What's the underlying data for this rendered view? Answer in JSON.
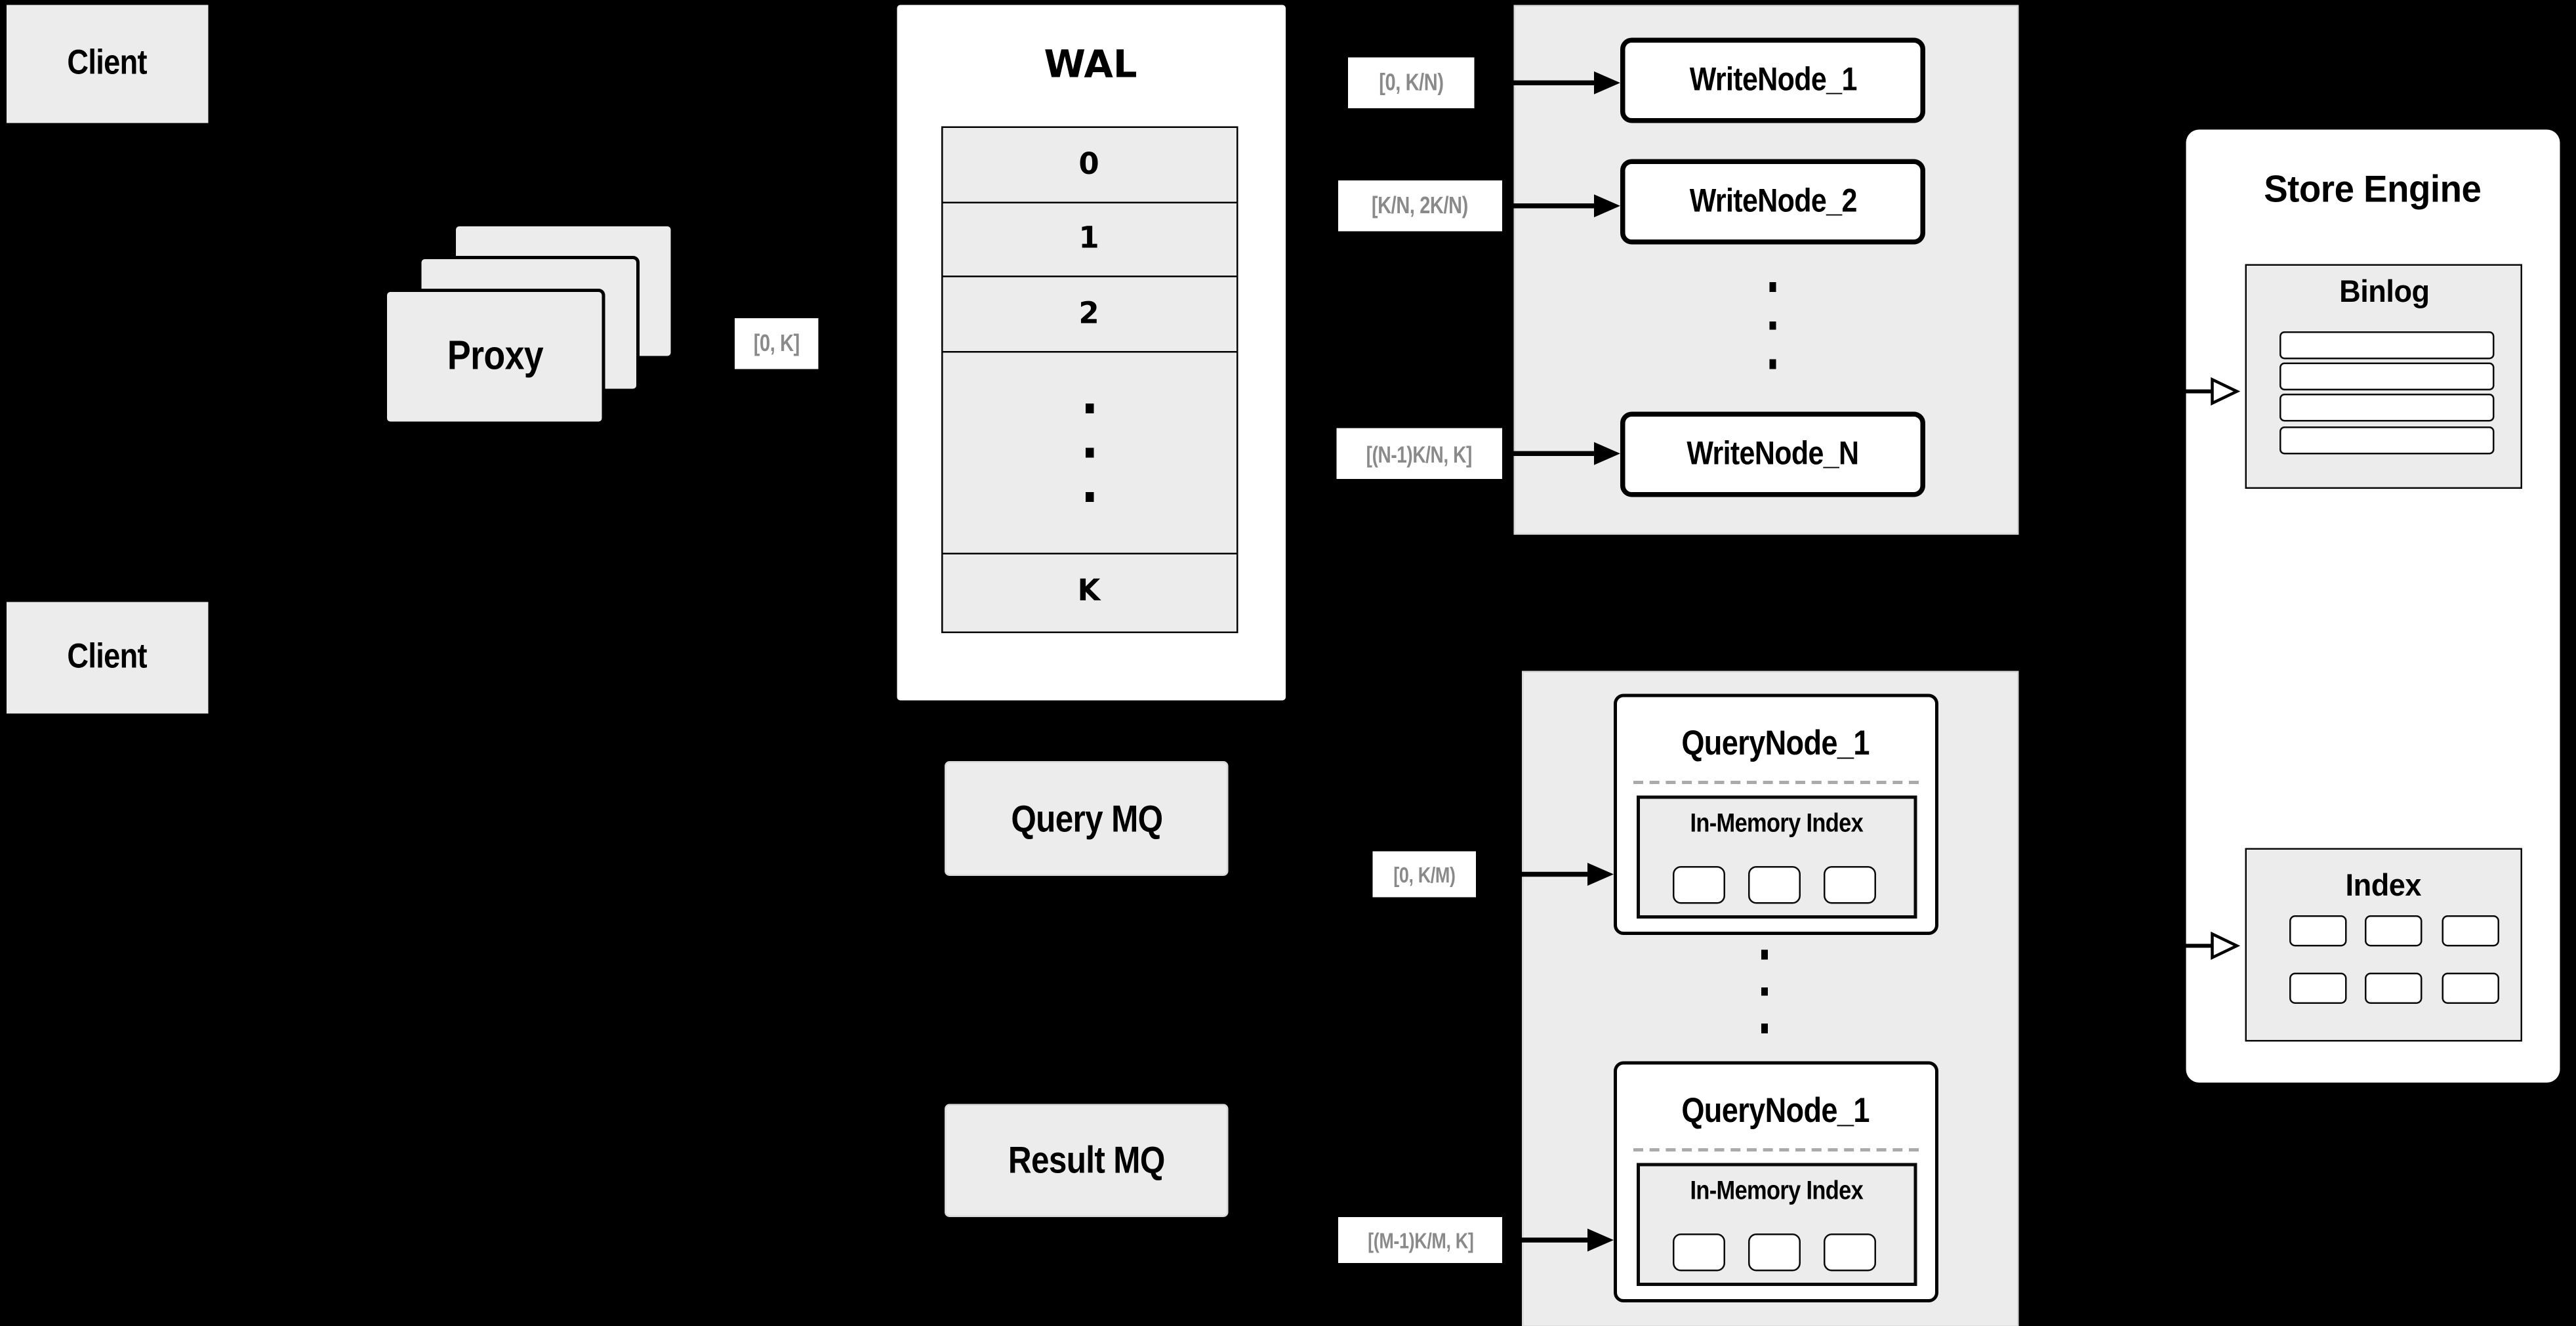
{
  "colors": {
    "background": "#000000",
    "panel_gray": "#ececec",
    "box_white": "#ffffff",
    "stroke_black": "#000000",
    "range_label_text": "#8a8a8a",
    "dashed_divider": "#aaaaaa"
  },
  "clients": {
    "top_label": "Client",
    "bottom_label": "Client"
  },
  "proxy": {
    "label": "Proxy",
    "range_to_wal": "[0, K]"
  },
  "wal": {
    "title": "WAL",
    "segments": [
      "0",
      "1",
      "2"
    ],
    "last_segment": "K"
  },
  "write_cluster": {
    "nodes": [
      {
        "label": "WriteNode_1",
        "range": "[0, K/N)"
      },
      {
        "label": "WriteNode_2",
        "range": "[K/N, 2K/N)"
      },
      {
        "label": "WriteNode_N",
        "range": "[(N-1)K/N, K]"
      }
    ]
  },
  "mq": {
    "query_label": "Query MQ",
    "result_label": "Result MQ"
  },
  "query_cluster": {
    "nodes": [
      {
        "label": "QueryNode_1",
        "inmem_title": "In-Memory Index",
        "range": "[0, K/M)"
      },
      {
        "label": "QueryNode_1",
        "inmem_title": "In-Memory Index",
        "range": "[(M-1)K/M, K]"
      }
    ]
  },
  "store_engine": {
    "title": "Store Engine",
    "binlog_title": "Binlog",
    "index_title": "Index"
  }
}
